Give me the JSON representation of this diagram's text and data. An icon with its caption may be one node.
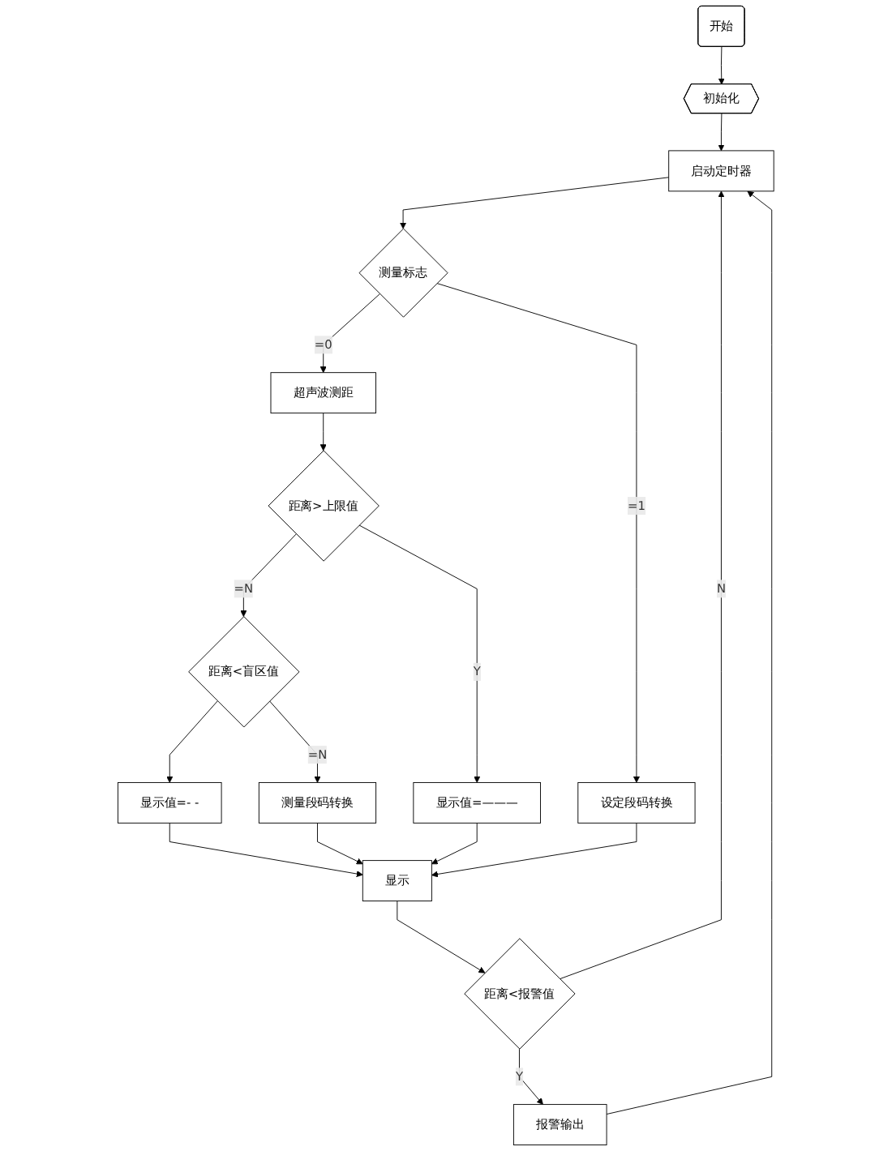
{
  "diagram": {
    "nodes": [
      {
        "text": [
          "开始"
        ]
      },
      {
        "text": [
          "初始化"
        ]
      },
      {
        "text": [
          "启动定时器"
        ]
      },
      {
        "text": [
          "测量标志"
        ]
      },
      {
        "text": [
          "超声波测距"
        ]
      },
      {
        "text": [
          "距离>上限值"
        ]
      },
      {
        "text": [
          "显示值=———"
        ]
      },
      {
        "text": [
          "距离<盲区值"
        ]
      },
      {
        "text": [
          "显示值=- -"
        ]
      },
      {
        "text": [
          "测量段码转换"
        ]
      },
      {
        "text": [
          "设定段码转换"
        ]
      },
      {
        "text": [
          "显示"
        ]
      },
      {
        "text": [
          "距离<报警值"
        ]
      },
      {
        "text": [
          "报警输出"
        ]
      }
    ],
    "edges": [
      {
        "from": 0,
        "to": 1,
        "arrow": "to"
      },
      {
        "from": 1,
        "to": 2,
        "arrow": "to"
      },
      {
        "from": 2,
        "to": 3,
        "arrow": "to"
      },
      {
        "from": 3,
        "to": 4,
        "arrow": "to",
        "label": "=0"
      },
      {
        "from": 3,
        "to": 10,
        "arrow": "to",
        "label": "=1"
      },
      {
        "from": 4,
        "to": 5,
        "arrow": "to"
      },
      {
        "from": 5,
        "to": 6,
        "arrow": "to",
        "label": "Y"
      },
      {
        "from": 5,
        "to": 7,
        "arrow": "to",
        "label": "=N"
      },
      {
        "from": 7,
        "to": 8,
        "arrow": "to"
      },
      {
        "from": 7,
        "to": 9,
        "arrow": "to",
        "label": "=N"
      },
      {
        "from": 8,
        "to": 11,
        "arrow": "to"
      },
      {
        "from": 9,
        "to": 11,
        "arrow": "to"
      },
      {
        "from": 6,
        "to": 11,
        "arrow": "to"
      },
      {
        "from": 10,
        "to": 11,
        "arrow": "to"
      },
      {
        "from": 11,
        "to": 12,
        "arrow": "to"
      },
      {
        "from": 12,
        "to": 13,
        "arrow": "to",
        "label": "Y"
      },
      {
        "from": 12,
        "to": 2,
        "arrow": "to",
        "label": "N"
      },
      {
        "from": 13,
        "to": 2,
        "arrow": "to"
      }
    ]
  }
}
